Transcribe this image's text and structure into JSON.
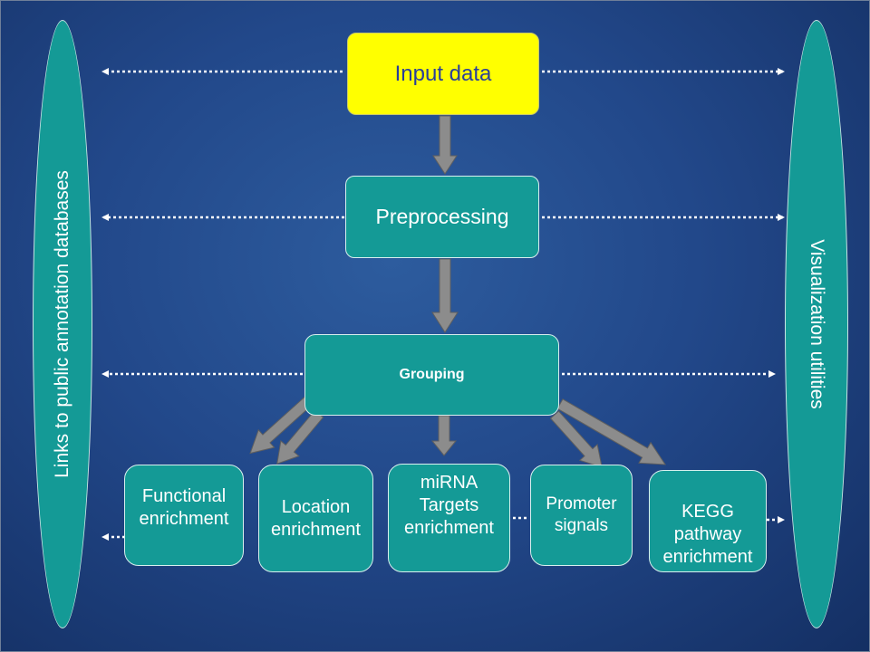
{
  "diagram": {
    "nodes": {
      "input": "Input data",
      "preprocessing": "Preprocessing",
      "grouping": "Grouping",
      "functional": "Functional\nenrichment",
      "location": "Location\nenrichment",
      "mirna": "miRNA\nTargets\nenrichment",
      "promoter": "Promoter\nsignals",
      "kegg": "KEGG\npathway\nenrichment"
    },
    "left_pillar": "Links to public annotation databases",
    "right_pillar": "Visualization utilities"
  },
  "colors": {
    "background": "#22488a",
    "box_fill": "#149a96",
    "input_fill": "#ffff00",
    "arrow": "#8c8c8c",
    "dotted_line": "#ffffff"
  }
}
